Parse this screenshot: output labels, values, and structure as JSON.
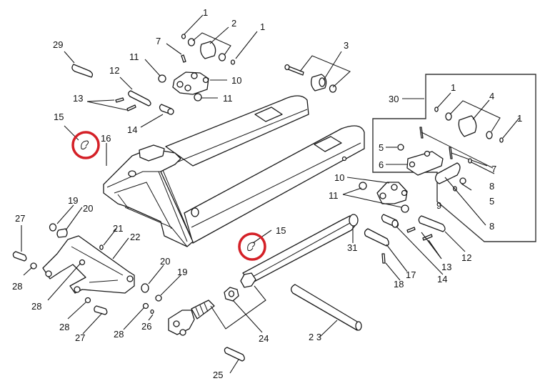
{
  "diagram": {
    "title": "Hand pallet truck exploded parts diagram",
    "highlight_color": "#d42027",
    "line_color": "#1a1a1a",
    "highlighted_part": "15",
    "callouts": [
      {
        "id": "c1a",
        "label": "1"
      },
      {
        "id": "c2",
        "label": "2"
      },
      {
        "id": "c1b",
        "label": "1"
      },
      {
        "id": "c29",
        "label": "29"
      },
      {
        "id": "c7a",
        "label": "7"
      },
      {
        "id": "c11a",
        "label": "11"
      },
      {
        "id": "c12a",
        "label": "12"
      },
      {
        "id": "c10a",
        "label": "10"
      },
      {
        "id": "c13a",
        "label": "13"
      },
      {
        "id": "c11b",
        "label": "11"
      },
      {
        "id": "c14a",
        "label": "14"
      },
      {
        "id": "c15a",
        "label": "15"
      },
      {
        "id": "c16",
        "label": "16"
      },
      {
        "id": "c3",
        "label": "3"
      },
      {
        "id": "c30",
        "label": "30"
      },
      {
        "id": "c1c",
        "label": "1"
      },
      {
        "id": "c4",
        "label": "4"
      },
      {
        "id": "c1d",
        "label": "1"
      },
      {
        "id": "c5a",
        "label": "5"
      },
      {
        "id": "c6",
        "label": "6"
      },
      {
        "id": "c7b",
        "label": "7"
      },
      {
        "id": "c8a",
        "label": "8"
      },
      {
        "id": "c5b",
        "label": "5"
      },
      {
        "id": "c9",
        "label": "9"
      },
      {
        "id": "c8b",
        "label": "8"
      },
      {
        "id": "c10b",
        "label": "10"
      },
      {
        "id": "c11c",
        "label": "11"
      },
      {
        "id": "c12b",
        "label": "12"
      },
      {
        "id": "c13b",
        "label": "13"
      },
      {
        "id": "c14b",
        "label": "14"
      },
      {
        "id": "c17",
        "label": "17"
      },
      {
        "id": "c18",
        "label": "18"
      },
      {
        "id": "c31",
        "label": "31"
      },
      {
        "id": "c15b",
        "label": "15"
      },
      {
        "id": "c19a",
        "label": "19"
      },
      {
        "id": "c20a",
        "label": "20"
      },
      {
        "id": "c27a",
        "label": "27"
      },
      {
        "id": "c21",
        "label": "21"
      },
      {
        "id": "c22",
        "label": "22"
      },
      {
        "id": "c28a",
        "label": "28"
      },
      {
        "id": "c28b",
        "label": "28"
      },
      {
        "id": "c20b",
        "label": "20"
      },
      {
        "id": "c19b",
        "label": "19"
      },
      {
        "id": "c28c",
        "label": "28"
      },
      {
        "id": "c27b",
        "label": "27"
      },
      {
        "id": "c28d",
        "label": "28"
      },
      {
        "id": "c26",
        "label": "26"
      },
      {
        "id": "c24",
        "label": "24"
      },
      {
        "id": "c23",
        "label": "2 3"
      },
      {
        "id": "c25",
        "label": "25"
      }
    ]
  }
}
